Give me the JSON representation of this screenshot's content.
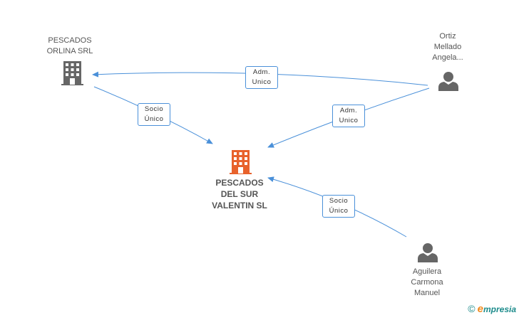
{
  "nodes": {
    "pescados_orlina": {
      "label": "PESCADOS\nORLINA SRL",
      "icon": "building-icon",
      "color": "#666666"
    },
    "pescados_del_sur": {
      "label": "PESCADOS\nDEL SUR\nVALENTIN SL",
      "icon": "building-icon",
      "color": "#e8622c"
    },
    "ortiz_mellado": {
      "label": "Ortiz\nMellado\nAngela...",
      "icon": "person-icon",
      "color": "#666666"
    },
    "aguilera_carmona": {
      "label": "Aguilera\nCarmona\nManuel",
      "icon": "person-icon",
      "color": "#666666"
    }
  },
  "edges": [
    {
      "from": "ortiz_mellado",
      "to": "pescados_orlina",
      "label": "Adm.\nUnico"
    },
    {
      "from": "pescados_orlina",
      "to": "pescados_del_sur",
      "label": "Socio\nÚnico"
    },
    {
      "from": "ortiz_mellado",
      "to": "pescados_del_sur",
      "label": "Adm.\nUnico"
    },
    {
      "from": "aguilera_carmona",
      "to": "pescados_del_sur",
      "label": "Socio\nÚnico"
    }
  ],
  "edge_color": "#4a90d9",
  "brand": {
    "copyright": "©",
    "e": "e",
    "rest": "mpresia"
  }
}
